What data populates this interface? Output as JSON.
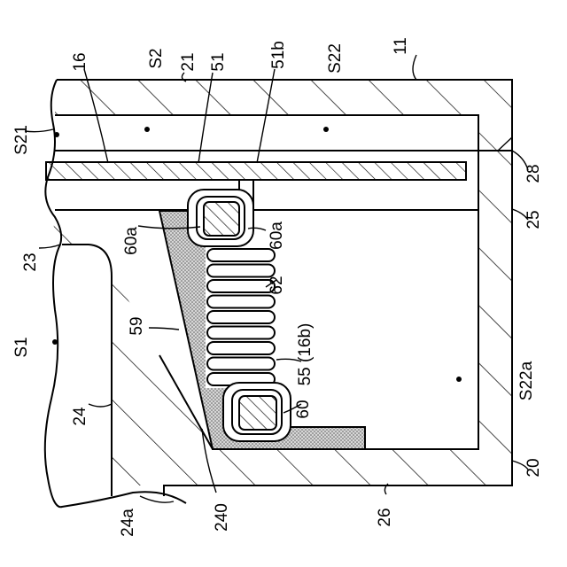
{
  "labels": {
    "l11": "11",
    "l16": "16",
    "S2": "S2",
    "l21": "21",
    "l51": "51",
    "l51b": "51b",
    "S22": "S22",
    "S21": "S21",
    "l28": "28",
    "l25": "25",
    "l23": "23",
    "l60a_left": "60a",
    "l60a_right": "60a",
    "l62": "62",
    "S1": "S1",
    "l59": "59",
    "l55": "55 (16b)",
    "S22a": "S22a",
    "l24": "24",
    "l60": "60",
    "l20": "20",
    "l24a": "24a",
    "l240": "240",
    "l26": "26"
  },
  "colors": {
    "line": "#000000",
    "stipple_fill": "#cfcfcf",
    "background": "#ffffff"
  }
}
